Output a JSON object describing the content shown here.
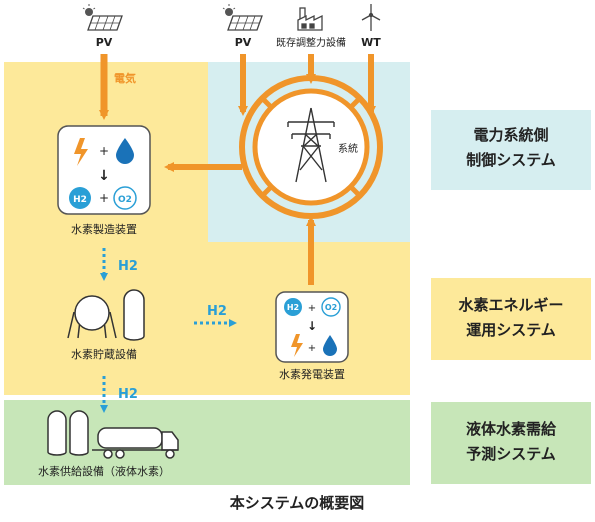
{
  "sources": {
    "pv_left": "PV",
    "pv_center": "PV",
    "existing_adjustment": "既存調整力設備",
    "wt": "WT"
  },
  "flow": {
    "electricity": "電気",
    "grid": "系統"
  },
  "equipment": {
    "electrolyzer": "水素製造装置",
    "storage": "水素貯蔵設備",
    "generator": "水素発電装置",
    "supply": "水素供給設備（液体水素）"
  },
  "hydrogen": {
    "h2_down_1": "H2",
    "h2_right": "H2",
    "h2_down_2": "H2"
  },
  "reaction": {
    "h2": "H2",
    "o2": "O2",
    "plus": "+",
    "arrow": "↓"
  },
  "systems": {
    "power_line1": "電力系統側",
    "power_line2": "制御システム",
    "energy_line1": "水素エネルギー",
    "energy_line2": "運用システム",
    "demand_line1": "液体水素需給",
    "demand_line2": "予測システム"
  },
  "caption": "本システムの概要図",
  "colors": {
    "yellow_zone": "#fde99a",
    "cyan_zone": "#d6eef0",
    "green_zone": "#c7e6b8",
    "orange": "#f0952a",
    "hydrogen_blue": "#2a9fd6"
  }
}
